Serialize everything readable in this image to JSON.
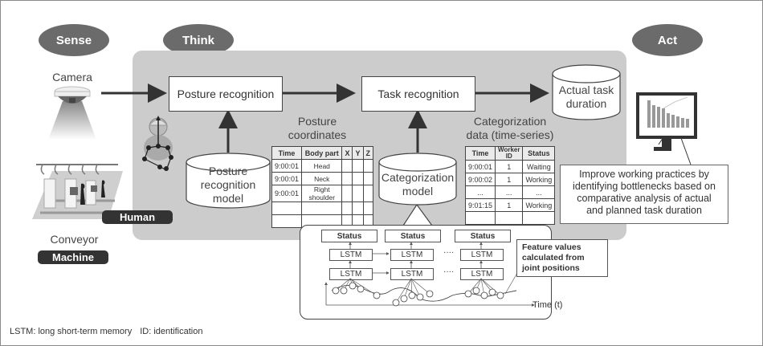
{
  "phases": {
    "sense": "Sense",
    "think": "Think",
    "act": "Act"
  },
  "sensors": {
    "camera_label": "Camera",
    "conveyor_label": "Conveyor",
    "human_tag": "Human",
    "machine_tag": "Machine"
  },
  "process": {
    "posture_recognition": "Posture recognition",
    "task_recognition": "Task recognition"
  },
  "databases": {
    "posture_model": [
      "Posture",
      "recognition",
      "model"
    ],
    "categorization_model": [
      "Categorization",
      "model"
    ],
    "actual_duration": [
      "Actual task",
      "duration"
    ]
  },
  "posture_coordinates": {
    "title": [
      "Posture",
      "coordinates"
    ],
    "headers": [
      "Time",
      "Body part",
      "X",
      "Y",
      "Z"
    ],
    "rows": [
      [
        "9:00:01",
        "Head",
        "",
        "",
        ""
      ],
      [
        "9:00:01",
        "Neck",
        "",
        "",
        ""
      ],
      [
        "9:00:01",
        "Right shoulder",
        "",
        "",
        ""
      ],
      [
        "",
        "",
        "",
        "",
        ""
      ],
      [
        "",
        "",
        "",
        "",
        ""
      ]
    ]
  },
  "categorization_data": {
    "title": [
      "Categorization",
      "data (time-series)"
    ],
    "headers": [
      "Time",
      "Worker ID",
      "Status"
    ],
    "rows": [
      [
        "9:00:01",
        "1",
        "Waiting"
      ],
      [
        "9:00:02",
        "1",
        "Working"
      ],
      [
        "...",
        "...",
        "..."
      ],
      [
        "9:01:15",
        "1",
        "Working"
      ],
      [
        "",
        "",
        ""
      ]
    ]
  },
  "act_callout": [
    "Improve working practices by",
    "identifying bottlenecks based on",
    "comparative analysis of actual",
    "and planned task duration"
  ],
  "lstm_panel": {
    "status_label": "Status",
    "lstm_label": "LSTM",
    "ellipsis": "····",
    "feature_note": [
      "Feature values",
      "calculated from",
      "joint positions"
    ],
    "time_axis": "Time (t)"
  },
  "footnote": {
    "lstm": "LSTM: long short-term memory",
    "id": "ID: identification"
  },
  "colors": {
    "phase": "#6b6b6b",
    "think_area": "#cccccc",
    "tag": "#333333"
  }
}
